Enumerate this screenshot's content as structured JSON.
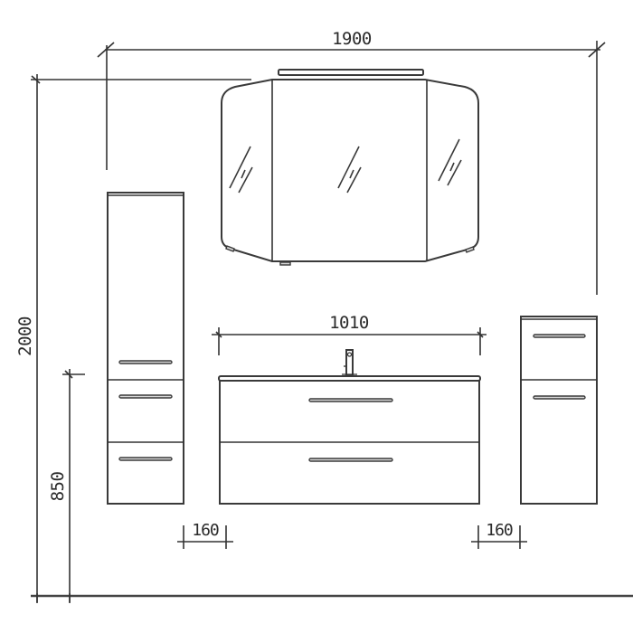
{
  "drawing": {
    "type": "technical furniture dimension drawing",
    "subject": "bathroom furniture set",
    "line_color": "#333333",
    "background": "#ffffff"
  },
  "dimensions": {
    "total_width": {
      "value": "1900",
      "axis": "horizontal"
    },
    "total_height": {
      "value": "2000",
      "axis": "vertical"
    },
    "vanity_height": {
      "value": "850",
      "axis": "vertical"
    },
    "vanity_width": {
      "value": "1010",
      "axis": "horizontal"
    },
    "gap_left": {
      "value": "160",
      "axis": "horizontal"
    },
    "gap_right": {
      "value": "160",
      "axis": "horizontal"
    }
  },
  "components": [
    {
      "name": "mirror-cabinet",
      "doors": 3,
      "has_top_light": true
    },
    {
      "name": "tall-cabinet-left",
      "door": 1,
      "drawers": 2
    },
    {
      "name": "vanity-unit",
      "drawers": 2,
      "has_faucet": true
    },
    {
      "name": "low-cabinet-right",
      "drawers": 1,
      "door": 1
    }
  ]
}
